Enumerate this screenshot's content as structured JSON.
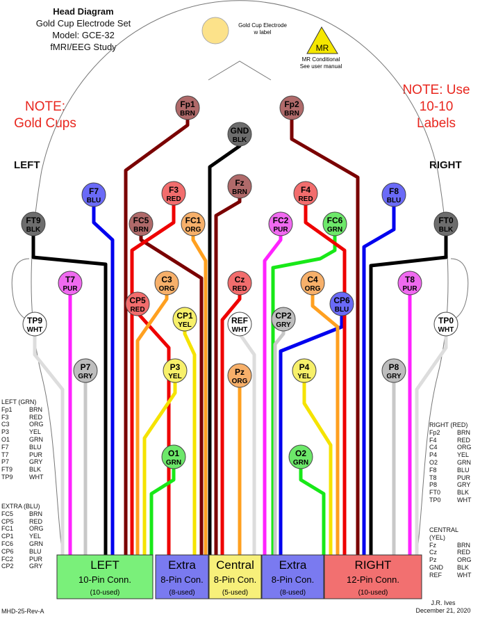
{
  "header": {
    "title": "Head Diagram",
    "line1": "Gold Cup Electrode Set",
    "line2": "Model: GCE-32",
    "line3": "fMRI/EEG Study"
  },
  "key": {
    "gold_label": "Gold Cup Electrode\nw label",
    "mr_text": "MR",
    "mr_line1": "MR Conditional",
    "mr_line2": "See user manual"
  },
  "notes": {
    "left": "NOTE:\nGold Cups",
    "right": "NOTE: Use\n10-10\nLabels"
  },
  "sides": {
    "left": "LEFT",
    "right": "RIGHT"
  },
  "colors": {
    "BRN": "#b06a6a",
    "RED": "#f26d6d",
    "ORG": "#f7b06a",
    "YEL": "#f7f06a",
    "GRN": "#6de86a",
    "BLU": "#6a6af7",
    "PUR": "#f06af0",
    "GRY": "#bdbdbd",
    "BLK": "#6d6d6d",
    "WHT": "#ffffff",
    "wire_BRN": "#7a0000",
    "wire_RED": "#ee0000",
    "wire_ORG": "#ffa020",
    "wire_YEL": "#f5e300",
    "wire_GRN": "#18e818",
    "wire_BLU": "#0000ee",
    "wire_PUR": "#ff22ff",
    "wire_GRY": "#c8c8c8",
    "wire_BLK": "#000000",
    "wire_WHT": "#dddddd",
    "conn_left": "#7af07a",
    "conn_extra": "#7a7af0",
    "conn_central": "#f7f07a",
    "conn_right": "#f27070"
  },
  "electrodes": [
    {
      "name": "Fp1",
      "code": "BRN"
    },
    {
      "name": "Fp2",
      "code": "BRN"
    },
    {
      "name": "GND",
      "code": "BLK"
    },
    {
      "name": "F7",
      "code": "BLU"
    },
    {
      "name": "F3",
      "code": "RED"
    },
    {
      "name": "Fz",
      "code": "BRN"
    },
    {
      "name": "F4",
      "code": "RED"
    },
    {
      "name": "F8",
      "code": "BLU"
    },
    {
      "name": "FT9",
      "code": "BLK"
    },
    {
      "name": "FC5",
      "code": "BRN"
    },
    {
      "name": "FC1",
      "code": "ORG"
    },
    {
      "name": "FC2",
      "code": "PUR"
    },
    {
      "name": "FC6",
      "code": "GRN"
    },
    {
      "name": "FT0",
      "code": "BLK"
    },
    {
      "name": "T7",
      "code": "PUR"
    },
    {
      "name": "C3",
      "code": "ORG"
    },
    {
      "name": "Cz",
      "code": "RED"
    },
    {
      "name": "C4",
      "code": "ORG"
    },
    {
      "name": "T8",
      "code": "PUR"
    },
    {
      "name": "CP5",
      "code": "RED"
    },
    {
      "name": "CP1",
      "code": "YEL"
    },
    {
      "name": "CP6",
      "code": "BLU"
    },
    {
      "name": "TP9",
      "code": "WHT"
    },
    {
      "name": "REF",
      "code": "WHT"
    },
    {
      "name": "CP2",
      "code": "GRY"
    },
    {
      "name": "TP0",
      "code": "WHT"
    },
    {
      "name": "P7",
      "code": "GRY"
    },
    {
      "name": "P3",
      "code": "YEL"
    },
    {
      "name": "Pz",
      "code": "ORG"
    },
    {
      "name": "P4",
      "code": "YEL"
    },
    {
      "name": "P8",
      "code": "GRY"
    },
    {
      "name": "O1",
      "code": "GRN"
    },
    {
      "name": "O2",
      "code": "GRN"
    }
  ],
  "connectors": [
    {
      "title": "LEFT",
      "sub": "10-Pin Conn.",
      "used": "(10-used)",
      "fill": "conn_left"
    },
    {
      "title": "Extra",
      "sub": "8-Pin Con.",
      "used": "(8-used)",
      "fill": "conn_extra"
    },
    {
      "title": "Central",
      "sub": "8-Pin Con.",
      "used": "(5-used)",
      "fill": "conn_central"
    },
    {
      "title": "Extra",
      "sub": "8-Pin Con.",
      "used": "(8-used)",
      "fill": "conn_extra"
    },
    {
      "title": "RIGHT",
      "sub": "12-Pin Conn.",
      "used": "(10-used)",
      "fill": "conn_right"
    }
  ],
  "legends": {
    "left_grn": {
      "title": "LEFT (GRN)",
      "rows": [
        [
          "Fp1",
          "BRN"
        ],
        [
          "F3",
          "RED"
        ],
        [
          "C3",
          "ORG"
        ],
        [
          "P3",
          "YEL"
        ],
        [
          "O1",
          "GRN"
        ],
        [
          "F7",
          "BLU"
        ],
        [
          "T7",
          "PUR"
        ],
        [
          "P7",
          "GRY"
        ],
        [
          "FT9",
          "BLK"
        ],
        [
          "TP9",
          "WHT"
        ]
      ]
    },
    "extra_blu": {
      "title": "EXTRA (BLU)",
      "rows": [
        [
          "FC5",
          "BRN"
        ],
        [
          "CP5",
          "RED"
        ],
        [
          "FC1",
          "ORG"
        ],
        [
          "CP1",
          "YEL"
        ],
        [
          "FC6",
          "GRN"
        ],
        [
          "CP6",
          "BLU"
        ],
        [
          "FC2",
          "PUR"
        ],
        [
          "CP2",
          "GRY"
        ]
      ]
    },
    "right_red": {
      "title": "RIGHT (RED)",
      "rows": [
        [
          "Fp2",
          "BRN"
        ],
        [
          "F4",
          "RED"
        ],
        [
          "C4",
          "ORG"
        ],
        [
          "P4",
          "YEL"
        ],
        [
          "O2",
          "GRN"
        ],
        [
          "F8",
          "BLU"
        ],
        [
          "T8",
          "PUR"
        ],
        [
          "P8",
          "GRY"
        ],
        [
          "FT0",
          "BLK"
        ],
        [
          "TP0",
          "WHT"
        ]
      ]
    },
    "central_yel": {
      "title": "CENTRAL\n(YEL)",
      "rows": [
        [
          "Fz",
          "BRN"
        ],
        [
          "Cz",
          "RED"
        ],
        [
          "Pz",
          "ORG"
        ],
        [
          "GND",
          "BLK"
        ],
        [
          "REF",
          "WHT"
        ]
      ]
    }
  },
  "footer": {
    "left": "MHD-25-Rev-A",
    "author": "J.R. Ives",
    "date": "December 21, 2020"
  }
}
